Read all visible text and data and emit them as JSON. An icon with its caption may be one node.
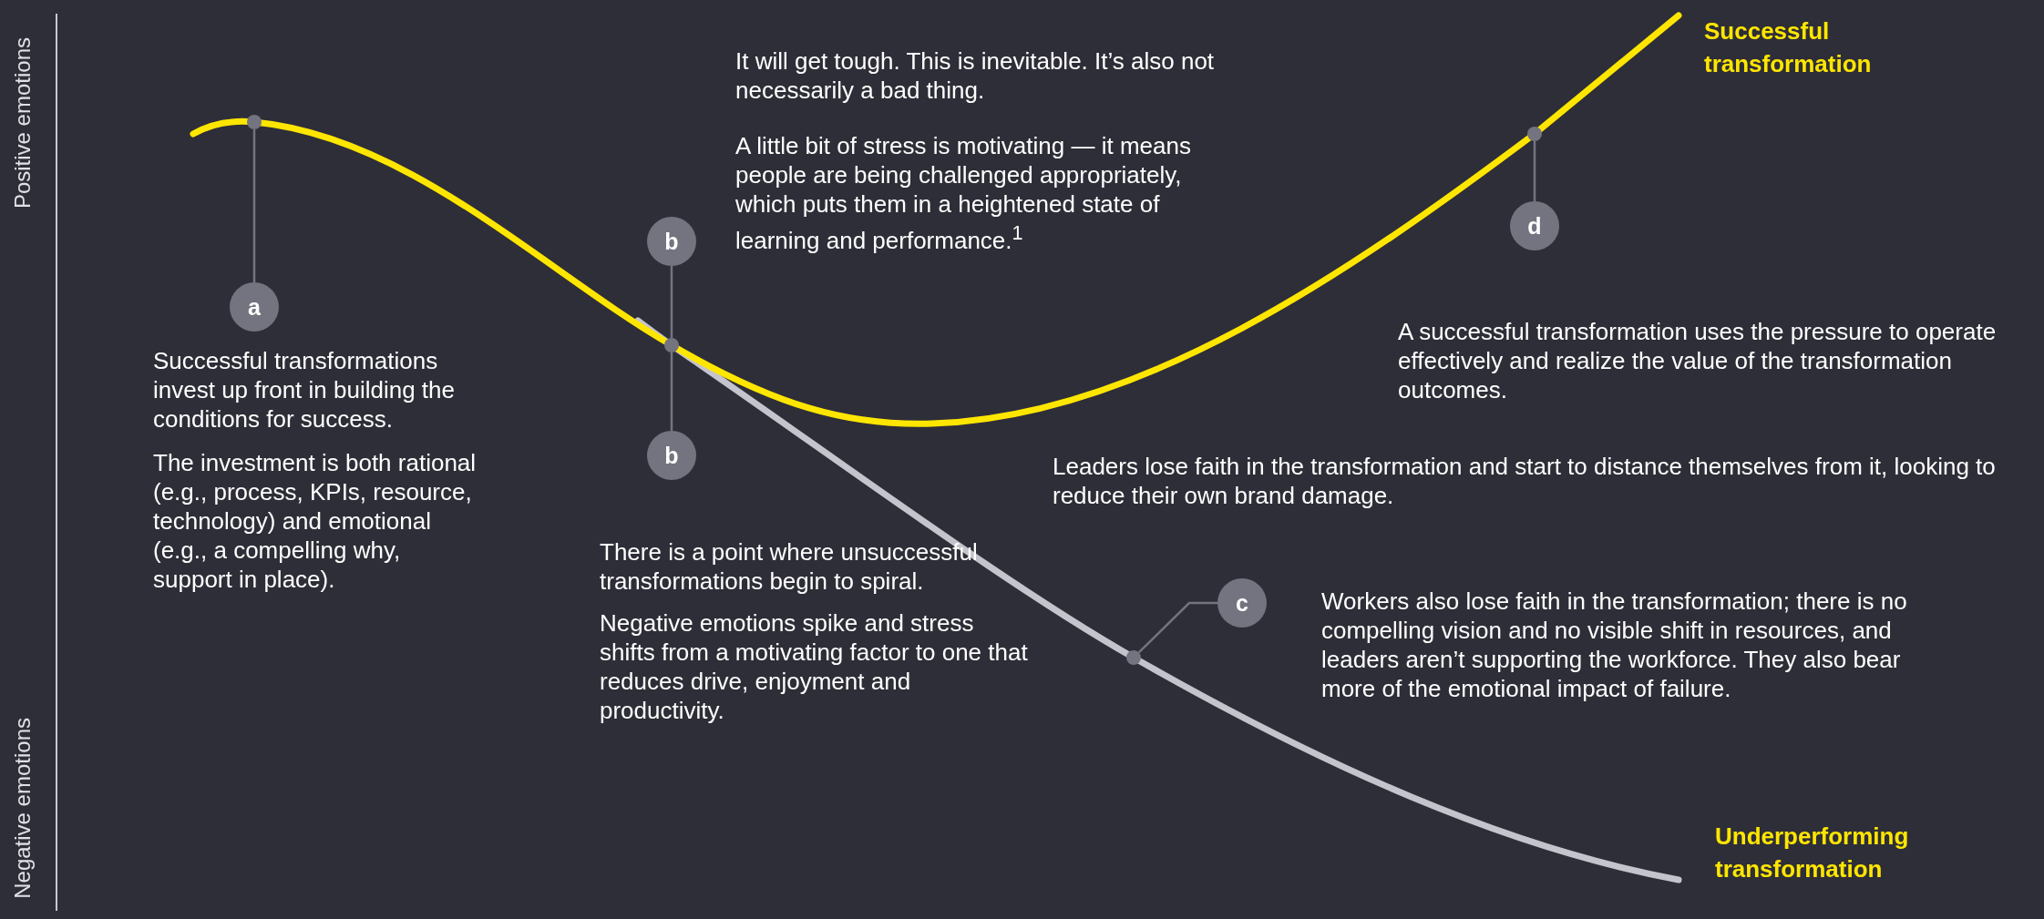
{
  "diagram": {
    "nodes": [
      {
        "text": [
          "a"
        ],
        "beside": [
          "Successful transformations invest up front in building the conditions for success.",
          "The investment is both rational (e.g., process, KPIs, resource, technology) and emotional (e.g., a compelling why, support in place)."
        ]
      },
      {
        "text": [],
        "shape": "circle"
      },
      {
        "text": [
          "b"
        ],
        "beside": [
          "It will get tough. This is inevitable. It’s also not necessarily a bad thing.",
          "A little bit of stress is motivating — it means people are being challenged appropriately, which puts them in a heightened state of learning and performance.$^{1}$"
        ]
      },
      {
        "text": [
          "b"
        ],
        "beside": [
          "There is a point where unsuccessful transformations begin to spiral.",
          "Negative emotions spike and stress shifts from a motivating factor to one that reduces drive, enjoyment and productivity."
        ]
      },
      {
        "text": [],
        "shape": "circle"
      },
      {
        "text": [
          "c"
        ],
        "beside": [
          "Leaders lose faith in the transformation and start to distance themselves from it, looking to reduce their own brand damage.",
          "Workers also lose faith in the transformation; there is no compelling vision and no visible shift in resources, and leaders aren’t supporting the workforce. They also bear more of the emotional impact of failure."
        ]
      },
      {
        "text": [],
        "shape": "circle"
      },
      {
        "text": [
          "d"
        ],
        "beside": [
          "A successful transformation uses the pressure to operate effectively and realize the value of the transformation outcomes."
        ]
      },
      {
        "text": [],
        "shape": "circle"
      }
    ],
    "edges": [
      {
        "from": 0,
        "to": 1,
        "arrow": "none"
      },
      {
        "from": 2,
        "to": 4,
        "arrow": "none"
      },
      {
        "from": 3,
        "to": 4,
        "arrow": "none"
      },
      {
        "from": 5,
        "to": 6,
        "arrow": "none"
      },
      {
        "from": 7,
        "to": 8,
        "arrow": "none"
      }
    ],
    "labels": [
      "Positive emotions",
      "Successful transformation",
      "Negative emotions",
      "Underperforming transformation"
    ]
  }
}
